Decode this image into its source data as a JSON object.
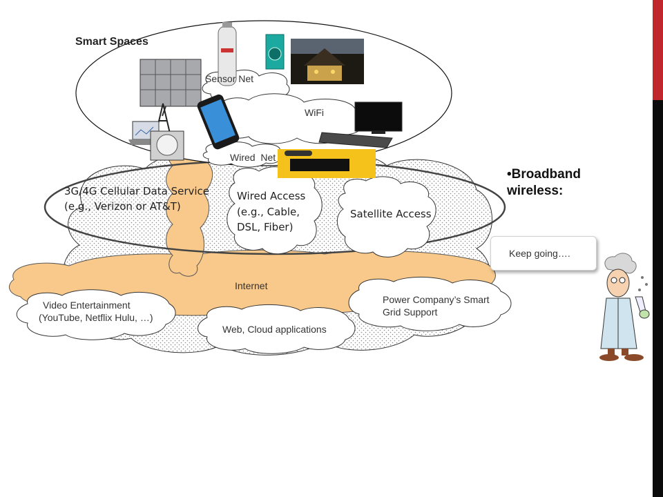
{
  "labels": {
    "smart_spaces": "Smart Spaces",
    "sensor_net": "Sensor Net",
    "wifi": "WiFi",
    "wired_net": "Wired  Net",
    "cellular_line1": "3G/4G Cellular Data Service",
    "cellular_line2": "(e.g., Verizon or AT&T)",
    "wired_access_line1": "Wired Access",
    "wired_access_line2": "(e.g., Cable,",
    "wired_access_line3": "DSL, Fiber)",
    "satellite_access": "Satellite Access",
    "internet": "Internet",
    "video_line1": "Video Entertainment",
    "video_line2": "(YouTube, Netflix Hulu, …)",
    "web_cloud": "Web, Cloud applications",
    "power_line1": "Power Company’s Smart",
    "power_line2": "Grid Support"
  },
  "bullet": {
    "marker": "•",
    "line1": "Broadband",
    "line2": "wireless:"
  },
  "callout": {
    "text": "Keep going…."
  },
  "colors": {
    "accent_red": "#c0272d",
    "sidebar_black": "#0b0b0b",
    "internet_orange": "#f8c98a",
    "cloud_dot": "#8a8a8a"
  },
  "icons": [
    "water-heater-icon",
    "washing-machine-icon",
    "house-photo-icon",
    "solar-panel-icon",
    "power-tower-icon",
    "laptop-icon",
    "smart-meter-icon",
    "smartphone-icon",
    "tv-monitor-icon",
    "set-top-box-icon",
    "dvr-box-icon",
    "scientist-icon"
  ]
}
